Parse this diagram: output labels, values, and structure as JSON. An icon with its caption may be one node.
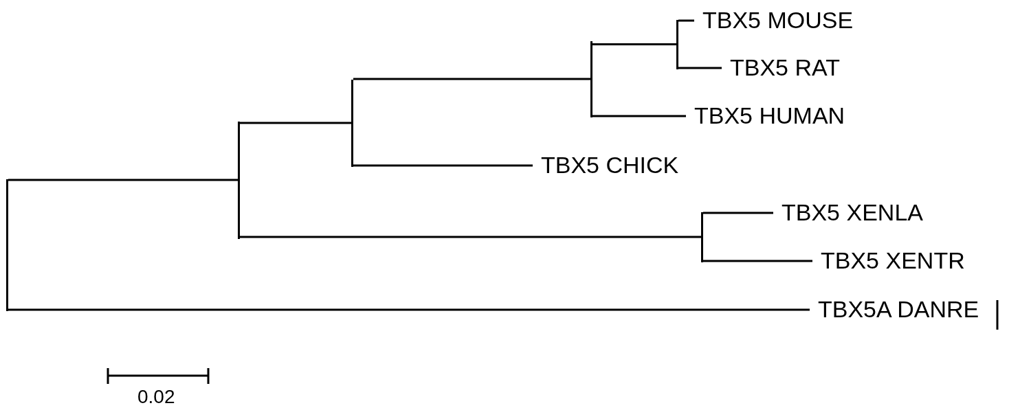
{
  "diagram": {
    "nodes": [
      {
        "text": [],
        "shape": "bar"
      },
      {
        "text": [],
        "shape": "bar"
      },
      {
        "text": [],
        "shape": "bar"
      },
      {
        "text": [],
        "shape": "bar"
      },
      {
        "text": [],
        "shape": "bar"
      },
      {
        "text": [
          "TBX5 MOUSE"
        ]
      },
      {
        "text": [
          "TBX5 RAT"
        ]
      },
      {
        "text": [
          "TBX5 HUMAN"
        ]
      },
      {
        "text": [
          "TBX5 CHICK"
        ]
      },
      {
        "text": [],
        "shape": "bar"
      },
      {
        "text": [
          "TBX5 XENLA"
        ]
      },
      {
        "text": [
          "TBX5 XENTR"
        ]
      },
      {
        "text": [
          "TBX5A DANRE"
        ]
      }
    ],
    "edges": [
      {
        "from": 0,
        "to": 1,
        "arrow": "none"
      },
      {
        "from": 0,
        "to": 12,
        "arrow": "none"
      },
      {
        "from": 1,
        "to": 2,
        "arrow": "none"
      },
      {
        "from": 1,
        "to": 9,
        "arrow": "none"
      },
      {
        "from": 2,
        "to": 3,
        "arrow": "none"
      },
      {
        "from": 2,
        "to": 8,
        "arrow": "none"
      },
      {
        "from": 3,
        "to": 4,
        "arrow": "none"
      },
      {
        "from": 3,
        "to": 7,
        "arrow": "none"
      },
      {
        "from": 4,
        "to": 5,
        "arrow": "none"
      },
      {
        "from": 4,
        "to": 6,
        "arrow": "none"
      },
      {
        "from": 9,
        "to": 10,
        "arrow": "none"
      },
      {
        "from": 9,
        "to": 11,
        "arrow": "none"
      }
    ],
    "labels": [
      "0.02"
    ]
  }
}
